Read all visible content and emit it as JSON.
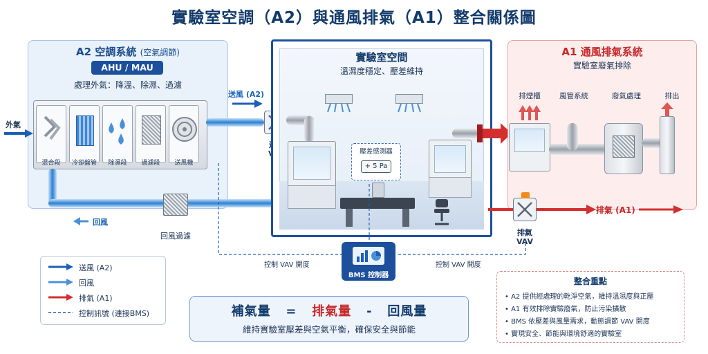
{
  "title": "實驗室空調（A2）與通風排氣（A1）整合關係圖",
  "a2": {
    "title": "A2 空調系統",
    "title_note": "(空氣調節)",
    "badge": "AHU / MAU",
    "process": "處理外氣：降溫、除濕、過濾",
    "sections": [
      "混合段",
      "冷卻盤管",
      "除濕段",
      "過濾段",
      "送風機"
    ],
    "outside_air": "外氣",
    "return_air": "回風",
    "return_filter": "回風過濾"
  },
  "supply": {
    "arrow_label": "送風 (A2)",
    "vav_label_1": "送風",
    "vav_label_2": "VAV"
  },
  "lab": {
    "title": "實驗室空間",
    "subtitle": "溫濕度穩定、壓差維持",
    "sensor_label": "壓差感測器",
    "sensor_value": "+ 5 Pa"
  },
  "a1": {
    "title": "A1 通風排氣系統",
    "subtitle": "實驗室廢氣排除",
    "labels": [
      "排煙櫃",
      "風管系統",
      "廢氣處理",
      "排出"
    ],
    "exhaust_label": "排氣 (A1)",
    "vav_label_1": "排氣",
    "vav_label_2": "VAV"
  },
  "bms": {
    "label": "BMS 控制器",
    "left_control": "控制 VAV 開度",
    "right_control": "控制 VAV 開度"
  },
  "legend": {
    "items": [
      {
        "label": "送風 (A2)",
        "color": "#1c5fb8"
      },
      {
        "label": "回風",
        "color": "#4a90d9"
      },
      {
        "label": "排氣 (A1)",
        "color": "#d32f2f"
      },
      {
        "label": "控制訊號 (連接BMS)",
        "color": "#1c5fb8"
      }
    ]
  },
  "formula": {
    "term1": "補氣量",
    "eq": "=",
    "term2": "排氣量",
    "minus": "-",
    "term3": "回風量",
    "sub": "維持實驗室壓差與空氣平衡，確保安全與節能"
  },
  "notes": {
    "title": "整合重點",
    "items": [
      "A2 提供經處理的乾淨空氣，維持溫濕度與正壓",
      "A1 有效排除實驗廢氣，防止污染擴散",
      "BMS 依壓差與風量需求，動態調節 VAV 開度",
      "實現安全、節能與環境舒適的實驗室"
    ]
  },
  "colors": {
    "supply": "#1c5fb8",
    "exhaust": "#d32f2f",
    "brand": "#123a6b"
  }
}
